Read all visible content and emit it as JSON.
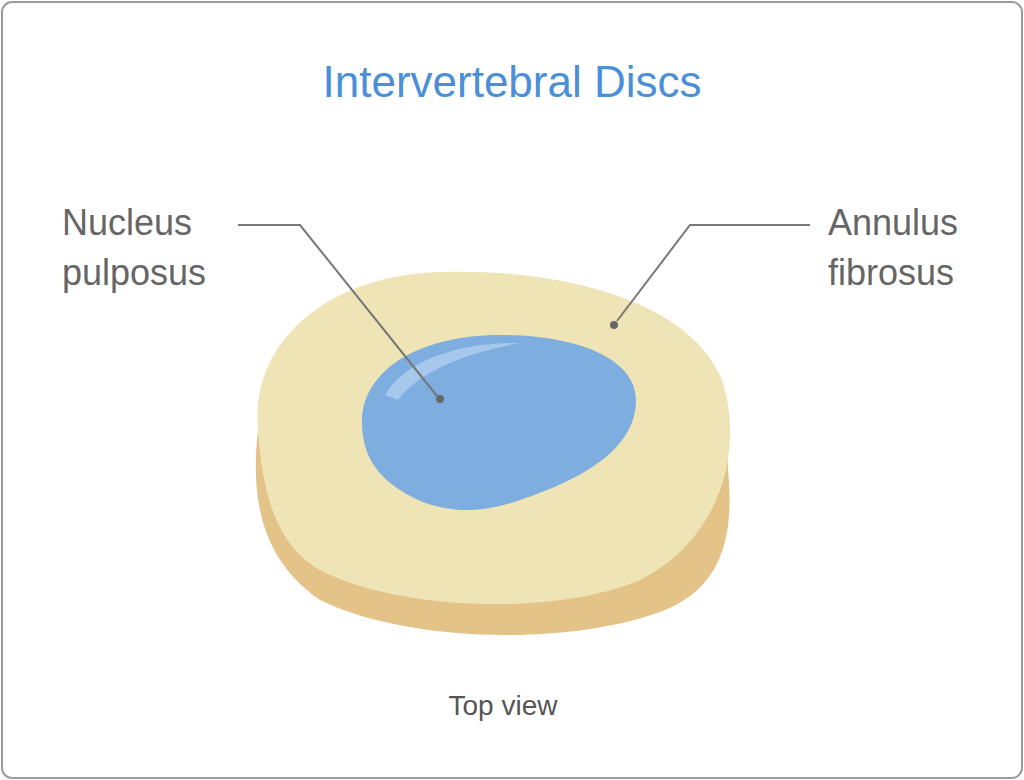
{
  "diagram": {
    "title": "Intervertebral Discs",
    "caption": "Top view",
    "labels": [
      "Nucleus pulposus",
      "Annulus fibrosus"
    ]
  }
}
